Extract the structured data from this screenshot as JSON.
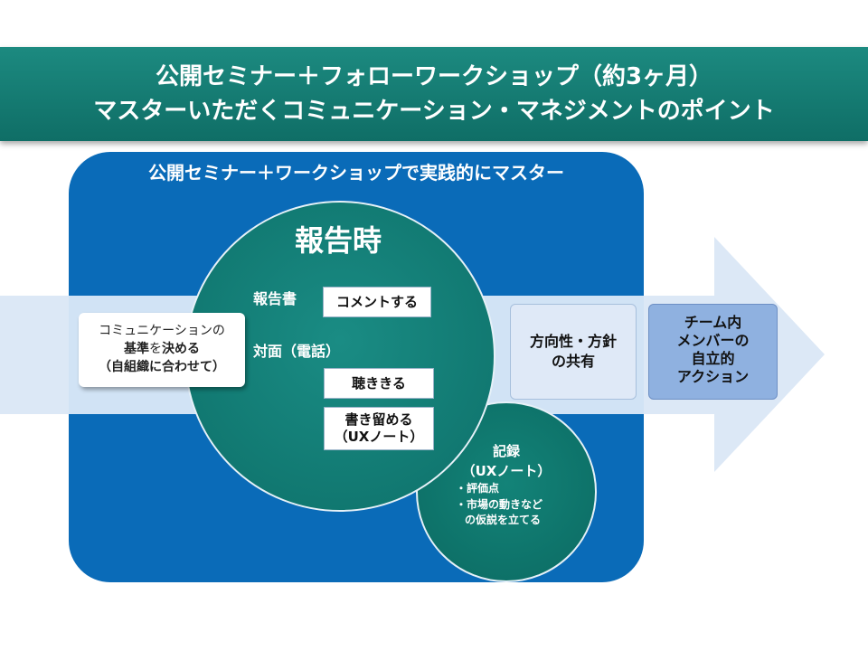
{
  "header": {
    "line1": "公開セミナー＋フォローワークショップ（約3ヶ月）",
    "line2": "マスターいただくコミュニケーション・マネジメントのポイント"
  },
  "panel": {
    "title": "公開セミナー＋ワークショップで実践的にマスター"
  },
  "left_box": {
    "line1": "コミュニケーションの",
    "line2_bold": "基準",
    "line2_mid": "を",
    "line2_bold2": "決める",
    "line3": "（自組織に合わせて）"
  },
  "main_circle": {
    "title": "報告時",
    "report_label": "報告書",
    "comment_box": "コメントする",
    "face_label": "対面（電話）",
    "listen_box": "聴ききる",
    "write_box_line1": "書き留める",
    "write_box_line2": "（UXノート）"
  },
  "record_circle": {
    "title1": "記録",
    "title2": "（UXノート）",
    "bullet1": "・評価点",
    "bullet2": "・市場の動きなど",
    "bullet3": "の仮説を立てる"
  },
  "policy_box": {
    "line1": "方向性・方針",
    "line2": "の共有"
  },
  "team_box": {
    "line1": "チーム内",
    "line2": "メンバーの",
    "line3": "自立的",
    "line4": "アクション"
  },
  "colors": {
    "banner": "#13786f",
    "panel": "#0a6bb8",
    "circle": "#13807a",
    "arrow": "#dce8f6",
    "team_box": "#8fb1e0"
  }
}
